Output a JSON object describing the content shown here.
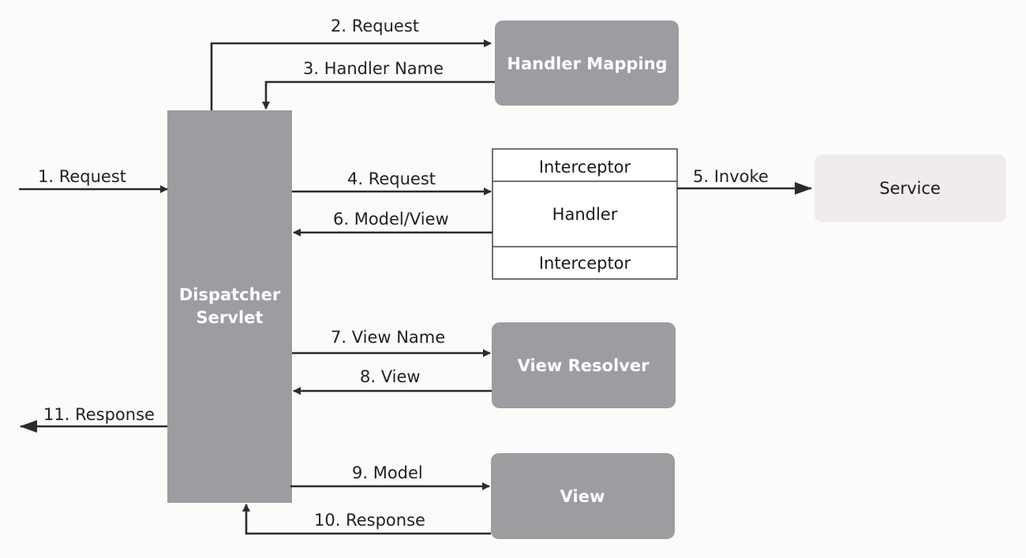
{
  "components": {
    "dispatcher_servlet": [
      "Dispatcher",
      "Servlet"
    ],
    "handler_mapping": "Handler Mapping",
    "view_resolver": "View Resolver",
    "view": "View",
    "service": "Service",
    "handler_stack": {
      "top": "Interceptor",
      "middle": "Handler",
      "bottom": "Interceptor"
    }
  },
  "arrows": {
    "a1": "1. Request",
    "a2": "2. Request",
    "a3": "3. Handler Name",
    "a4": "4. Request",
    "a5": "5. Invoke",
    "a6": "6. Model/View",
    "a7": "7. View Name",
    "a8": "8. View",
    "a9": "9. Model",
    "a10": "10. Response",
    "a11": "11. Response"
  },
  "colors": {
    "component_fill": "#9c9ca1",
    "service_fill": "#f0eced",
    "line": "#2b2b2b"
  }
}
